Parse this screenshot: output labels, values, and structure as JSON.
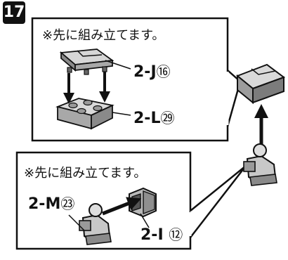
{
  "step": {
    "number": "17"
  },
  "callout_top": {
    "note": "※先に組み立てます。",
    "parts": [
      {
        "code": "2-J",
        "count": "⑯"
      },
      {
        "code": "2-L",
        "count": "㉙"
      }
    ]
  },
  "callout_bottom": {
    "note": "※先に組み立てます。",
    "parts": [
      {
        "code": "2-M",
        "count": "㉓"
      },
      {
        "code": "2-I",
        "count": "⑫"
      }
    ]
  },
  "colors": {
    "ink": "#111111",
    "part_fill": "#bdbdbd",
    "part_light": "#e3e3e3",
    "part_dark": "#7a7a7a"
  }
}
